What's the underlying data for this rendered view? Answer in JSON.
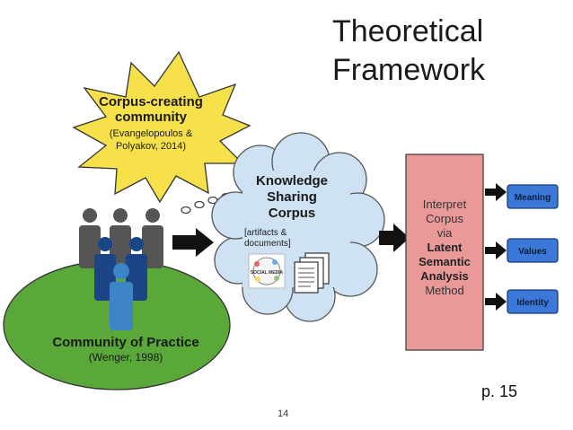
{
  "title": {
    "line1": "Theoretical",
    "line2": "Framework"
  },
  "star": {
    "line1": "Corpus-creating",
    "line2": "community",
    "cite1": "(Evangelopoulos &",
    "cite2": "Polyakov, 2014)",
    "fill": "#f7e14a"
  },
  "cloud": {
    "line1": "Knowledge",
    "line2": "Sharing",
    "line3": "Corpus",
    "note1": "[artifacts &",
    "note2": "documents]",
    "badge": "SOCIAL MEDIA",
    "fill": "#cfe2f3"
  },
  "community": {
    "line1": "Community of Practice",
    "line2": "(Wenger, 1998)",
    "fill": "#5aa83a"
  },
  "method": {
    "lines": [
      "Interpret",
      "Corpus",
      "via"
    ],
    "bold_lines": [
      "Latent",
      "Semantic",
      "Analysis"
    ],
    "last": "Method",
    "fill": "#ea9999"
  },
  "outputs": [
    "Meaning",
    "Values",
    "Identity"
  ],
  "output_fill": "#3c78d8",
  "page_ref": "p. 15",
  "slide_number": "14"
}
